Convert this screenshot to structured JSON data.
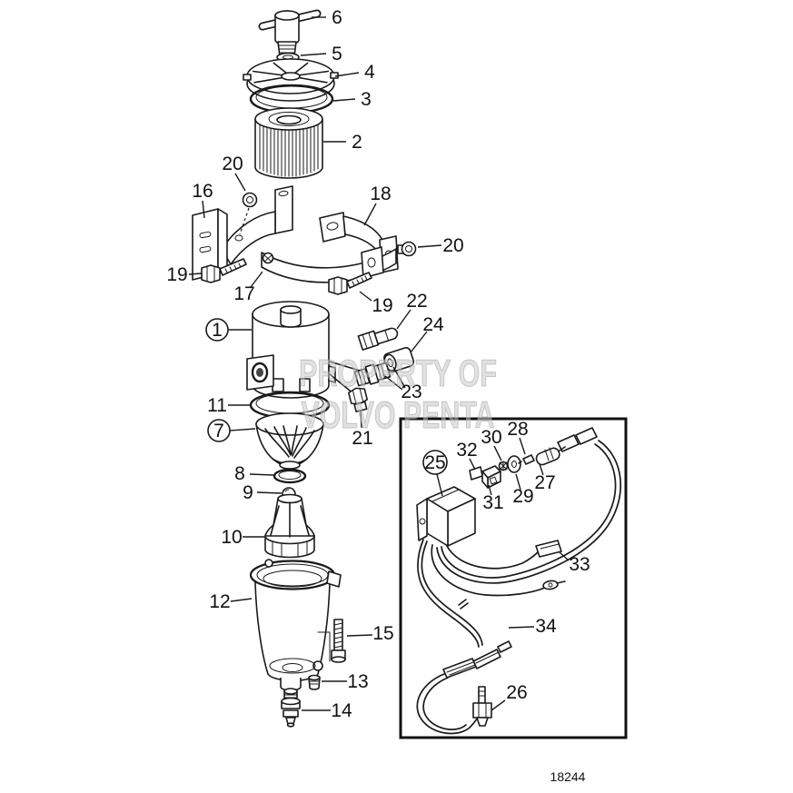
{
  "diagram": {
    "figure_number": "18244",
    "watermark": {
      "line1": "PROPERTY OF",
      "line2": "VOLVO PENTA"
    },
    "callouts": {
      "c1": "1",
      "c2": "2",
      "c3": "3",
      "c4": "4",
      "c5": "5",
      "c6": "6",
      "c7": "7",
      "c8": "8",
      "c9": "9",
      "c10": "10",
      "c11": "11",
      "c12": "12",
      "c13": "13",
      "c14": "14",
      "c15": "15",
      "c16": "16",
      "c17": "17",
      "c18": "18",
      "c19a": "19",
      "c19b": "19",
      "c20a": "20",
      "c20b": "20",
      "c21": "21",
      "c22": "22",
      "c23": "23",
      "c24": "24",
      "c25": "25",
      "c26": "26",
      "c27": "27",
      "c28": "28",
      "c29": "29",
      "c30": "30",
      "c31": "31",
      "c32": "32",
      "c33": "33",
      "c34": "34"
    },
    "colors": {
      "line": "#1a1a1a",
      "watermark": "#c9c9c9",
      "background": "#ffffff"
    }
  }
}
